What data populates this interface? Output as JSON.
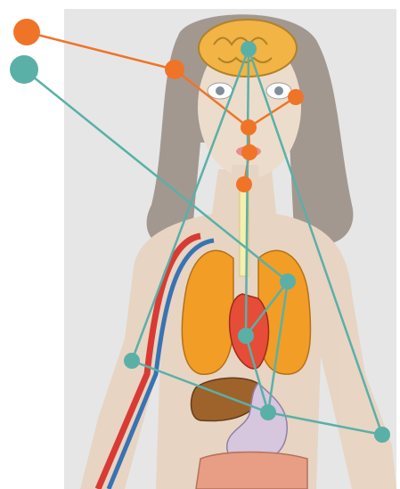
{
  "colors": {
    "panel_bg": "#e6e6e6",
    "orange": "#f07427",
    "teal": "#5ab0a7",
    "hair": "#8c7f76",
    "skin": "#e8d4c2",
    "lung": "#f39a1b",
    "heart": "#e5452f",
    "liver": "#9a5c22",
    "stomach": "#d6c5de",
    "brain": "#f2b23d",
    "vein": "#2f6db1",
    "artery": "#d8322b",
    "intestine": "#e99a80"
  },
  "legend": [
    {
      "name": "orange-legend-dot",
      "color": "#f07427"
    },
    {
      "name": "teal-legend-dot",
      "color": "#5ab0a7"
    }
  ],
  "networks": {
    "orange": {
      "nodes": [
        "legend",
        "forehead",
        "brow-center",
        "right-eye",
        "nose",
        "mouth",
        "throat"
      ],
      "links": [
        [
          "legend",
          "forehead"
        ],
        [
          "forehead",
          "brow-center"
        ],
        [
          "brow-center",
          "right-eye"
        ],
        [
          "brow-center",
          "nose"
        ],
        [
          "nose",
          "mouth"
        ],
        [
          "mouth",
          "throat"
        ]
      ]
    },
    "teal": {
      "nodes": [
        "legend",
        "brain",
        "right-lung",
        "heart",
        "left-arm",
        "stomach",
        "right-hip"
      ],
      "links": [
        [
          "legend",
          "right-lung"
        ],
        [
          "brain",
          "left-arm"
        ],
        [
          "brain",
          "heart"
        ],
        [
          "brain",
          "right-hip"
        ],
        [
          "right-lung",
          "heart"
        ],
        [
          "heart",
          "stomach"
        ],
        [
          "left-arm",
          "stomach"
        ],
        [
          "stomach",
          "right-hip"
        ],
        [
          "right-lung",
          "stomach"
        ]
      ]
    }
  }
}
